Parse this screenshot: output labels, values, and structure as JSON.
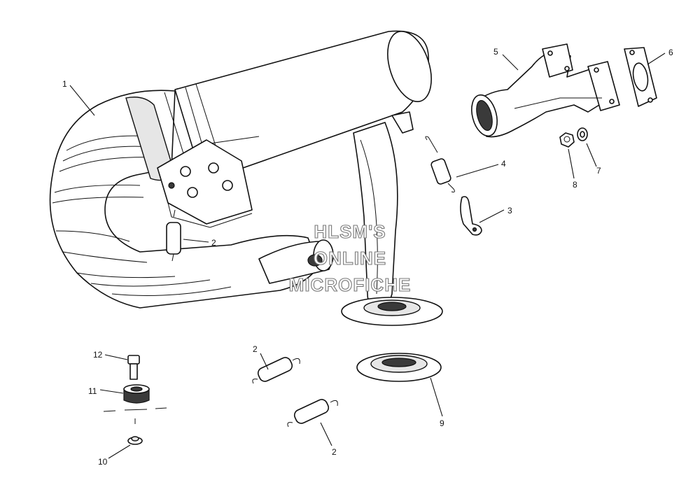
{
  "watermark": {
    "line1": "HLSM'S",
    "line2": "ONLINE",
    "line3": "MICROFICHE"
  },
  "callouts": [
    {
      "id": "c1",
      "label": "1"
    },
    {
      "id": "c2a",
      "label": "2"
    },
    {
      "id": "c2b",
      "label": "2"
    },
    {
      "id": "c2c",
      "label": "2"
    },
    {
      "id": "c3",
      "label": "3"
    },
    {
      "id": "c4",
      "label": "4"
    },
    {
      "id": "c5",
      "label": "5"
    },
    {
      "id": "c6",
      "label": "6"
    },
    {
      "id": "c7",
      "label": "7"
    },
    {
      "id": "c8",
      "label": "8"
    },
    {
      "id": "c9",
      "label": "9"
    },
    {
      "id": "c10",
      "label": "10"
    },
    {
      "id": "c11",
      "label": "11"
    },
    {
      "id": "c12",
      "label": "12"
    }
  ]
}
